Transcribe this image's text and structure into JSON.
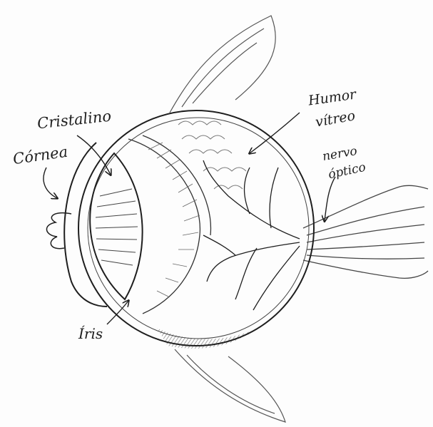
{
  "labels": {
    "cristalino": "Cristalino",
    "cornea": "Córnea",
    "iris": "Íris",
    "humor_line1": "Humor",
    "humor_line2": "vítreo",
    "nervo_line1": "nervo",
    "nervo_line2": "óptico"
  },
  "colors": {
    "ink": "#1e1e1e",
    "paper": "#fdfdfd"
  }
}
